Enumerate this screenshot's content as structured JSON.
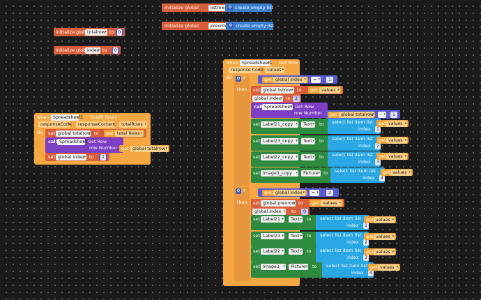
{
  "init_listrow": {
    "prefix": "initialize global",
    "var": "listrow",
    "to": "to",
    "value": "create empty list"
  },
  "init_prevrow": {
    "prefix": "initialize global",
    "var": "prevrow",
    "to": "to",
    "value": "create empty list"
  },
  "init_totalrow": {
    "prefix": "initialize global",
    "var": "totalrow",
    "to": "to",
    "value": "0"
  },
  "init_index": {
    "prefix": "initialize global",
    "var": "index",
    "to": "to",
    "value": "0"
  },
  "gotall": {
    "when": "when",
    "component": "Spreadsheet1",
    "event": "GotAll Rows",
    "params": [
      "responseCode",
      "responseContent",
      "totalRows"
    ],
    "do": "do",
    "set": "set",
    "global_totalrow": "global totalrow",
    "to": "to",
    "get": "get",
    "total_rows": "total Rows",
    "call": "call",
    "component2": "Spreadsheet1",
    "method": "Get Row",
    "row_number": "row Number",
    "get_totalrow": "global totalrow",
    "global_index": "global index",
    "one": "1"
  },
  "gotrow": {
    "when": "when",
    "component": "Spreadsheet1",
    "event": "Get Row",
    "params": [
      "response Code",
      "values"
    ],
    "do": "do",
    "if": "if",
    "then": "then",
    "get": "get",
    "set": "set",
    "to": "to",
    "call": "call",
    "global_index": "global index",
    "eq": "=",
    "one": "1",
    "global_listrow": "global listrow",
    "values": "values",
    "two": "2",
    "method": "Get Row",
    "row_number": "row Number",
    "global_totalrow": "global totalrow",
    "minus": "-",
    "select": "select list item  list",
    "index": "index",
    "text": "Text",
    "picture": "Picture",
    "labels_copy": [
      "Label21_copy",
      "Label23_copy",
      "Label22_copy",
      "Image3_copy"
    ],
    "labels": [
      "Label21",
      "Label23",
      "Label22",
      "Image3"
    ],
    "indices": [
      "1",
      "2",
      "3",
      "4"
    ],
    "global_prevrow": "global prevrow",
    "zero": "0"
  }
}
